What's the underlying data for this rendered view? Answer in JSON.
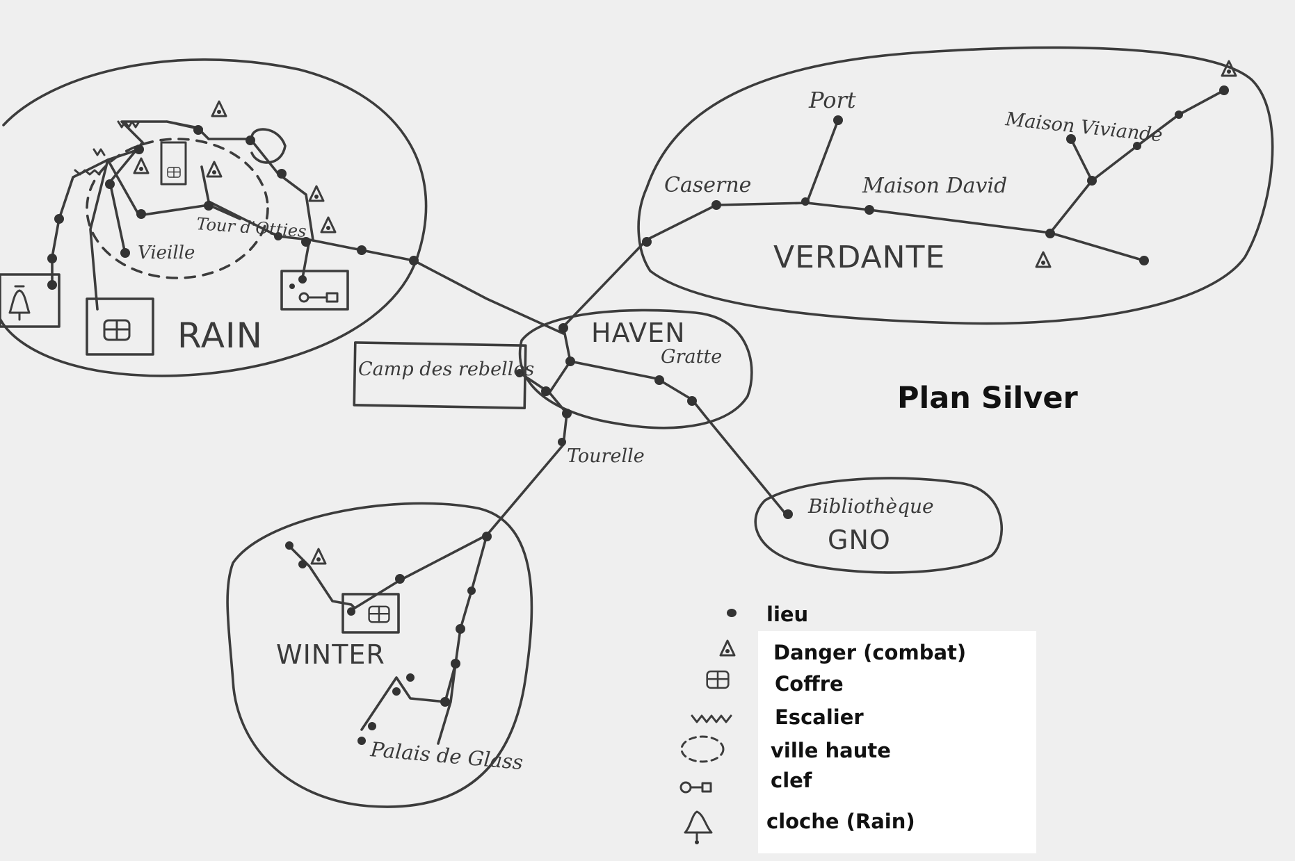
{
  "title": "Plan Silver",
  "regions": {
    "rain": "RAIN",
    "verdante": "VERDANTE",
    "haven": "HAVEN",
    "winter": "WINTER",
    "gno": "GNO"
  },
  "places": {
    "tour_dotties": "Tour d'Otties",
    "vieille": "Vieille",
    "port": "Port",
    "caserne": "Caserne",
    "maison_david": "Maison David",
    "maison_viviande": "Maison Viviande",
    "camp_des_rebelles": "Camp des rebelles",
    "gratte": "Gratte",
    "tourelle": "Tourelle",
    "bibliotheque": "Bibliothèque",
    "palais_de_glass": "Palais de Glass"
  },
  "legend": [
    {
      "icon": "dot-icon",
      "label": "lieu"
    },
    {
      "icon": "danger-triangle-icon",
      "label": "Danger (combat)"
    },
    {
      "icon": "chest-icon",
      "label": "Coffre"
    },
    {
      "icon": "stairs-icon",
      "label": "Escalier"
    },
    {
      "icon": "dashed-circle-icon",
      "label": "ville haute"
    },
    {
      "icon": "key-icon",
      "label": "clef"
    },
    {
      "icon": "bell-icon",
      "label": "cloche (Rain)"
    }
  ]
}
